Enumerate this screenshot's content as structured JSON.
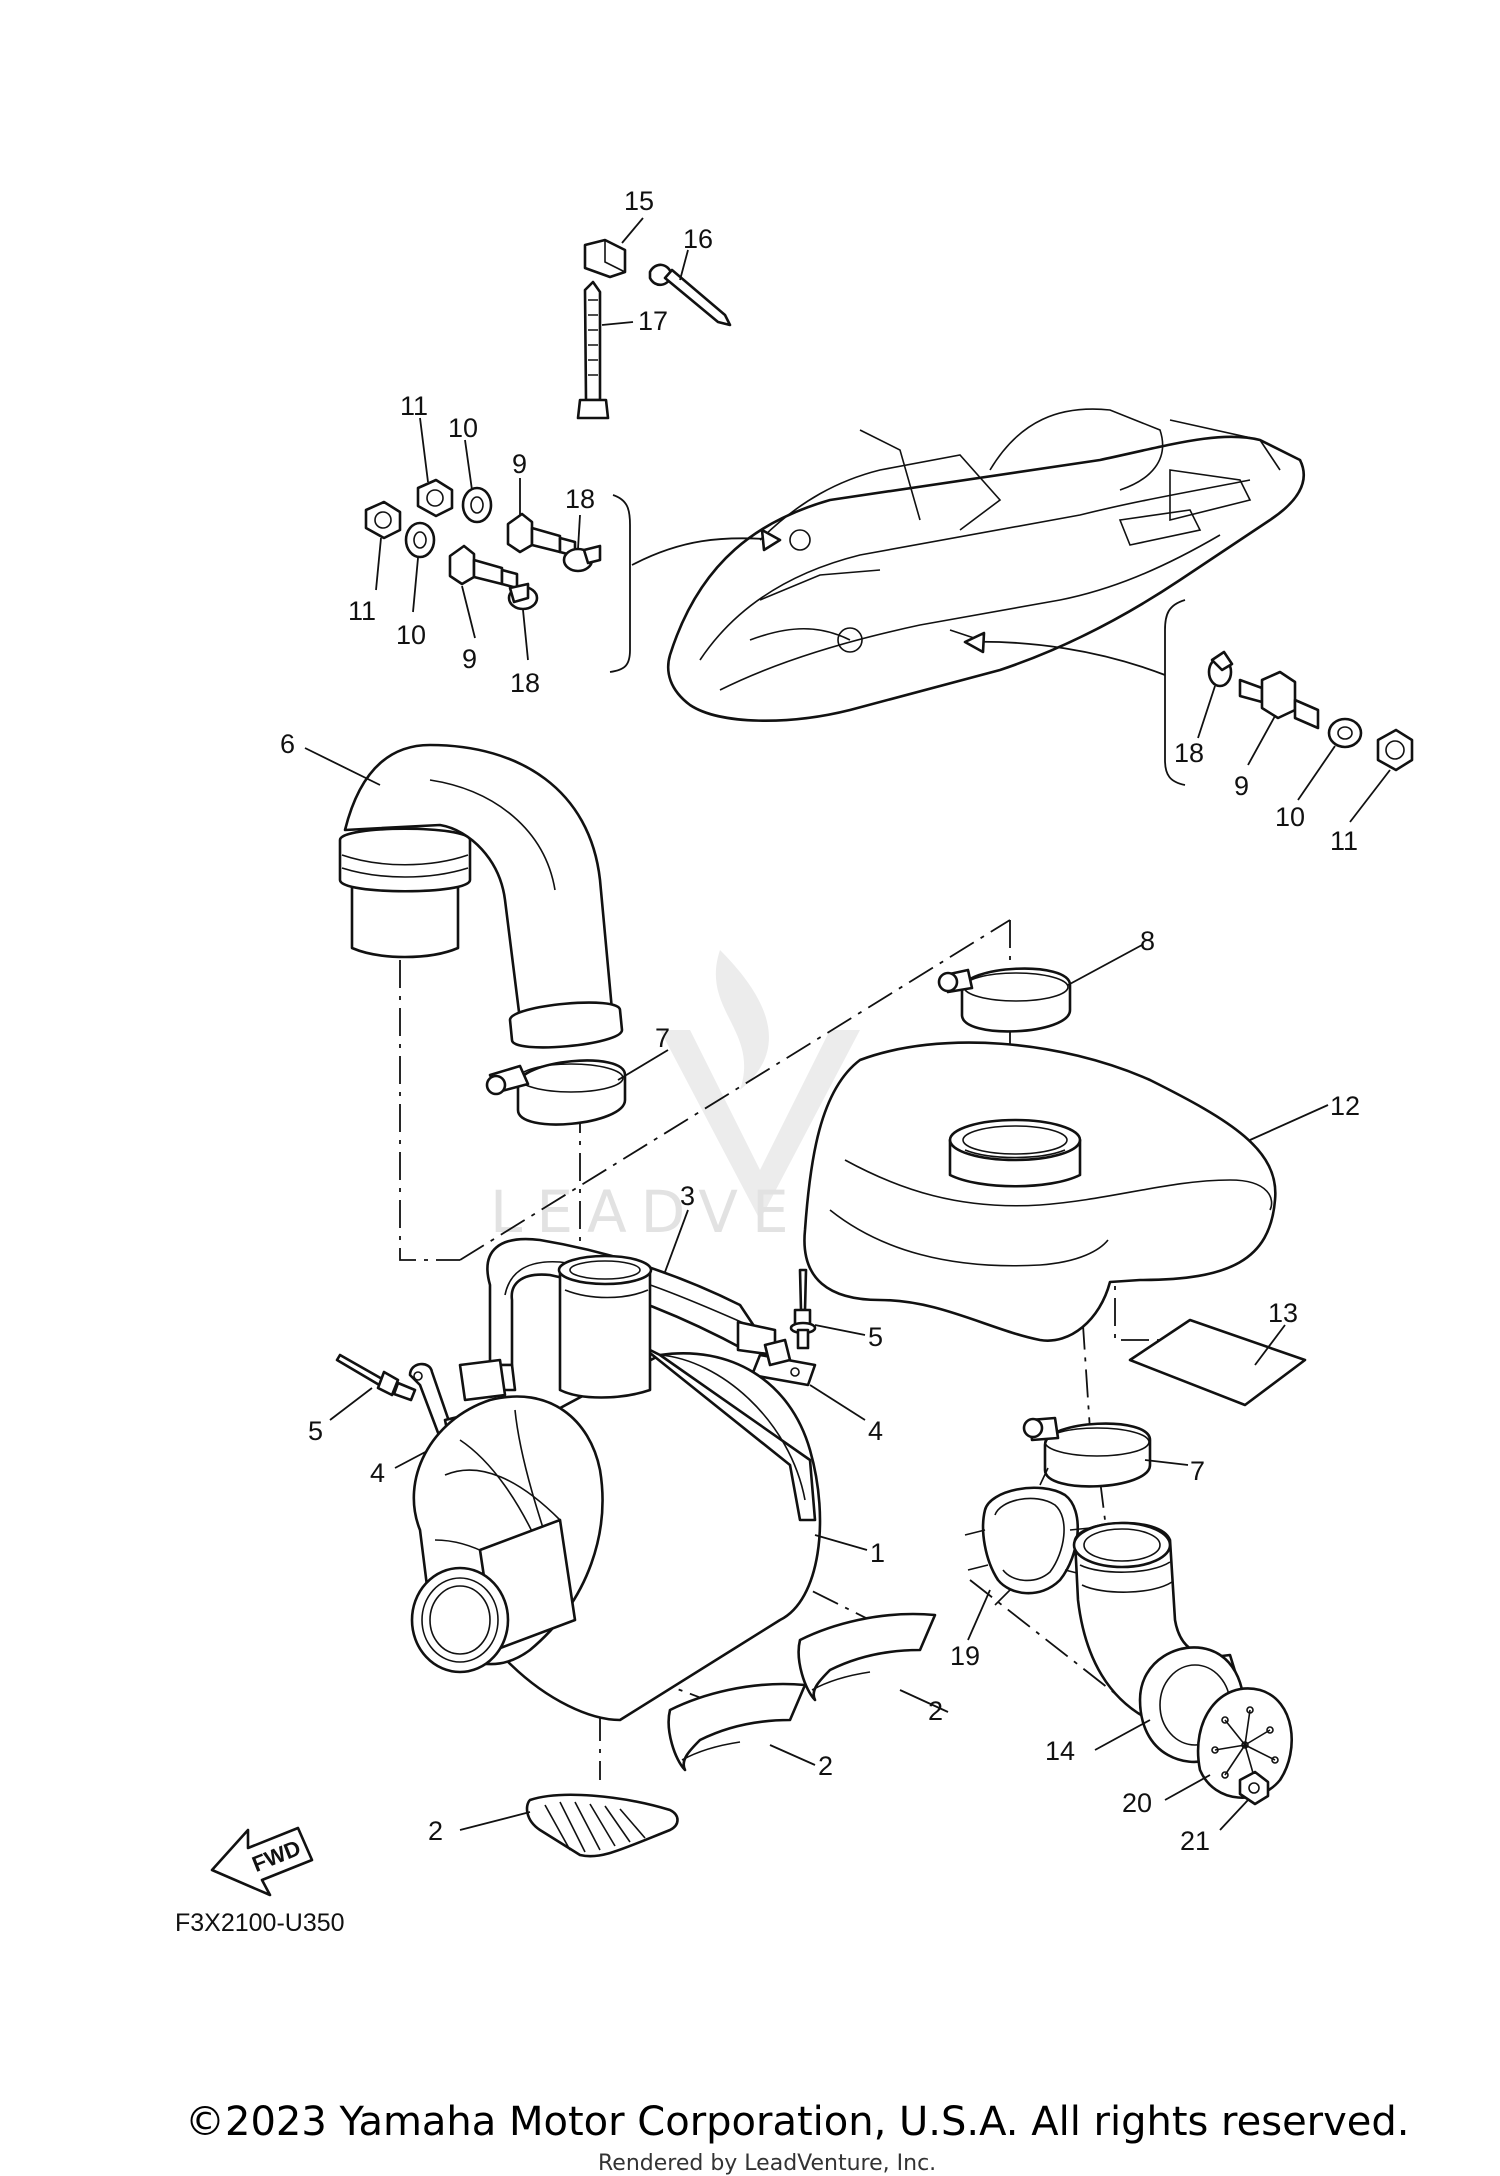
{
  "diagram_code": "F3X2100-U350",
  "copyright": "©2023 Yamaha Motor Corporation, U.S.A. All rights reserved.",
  "rendered_by": "Rendered by LeadVenture, Inc.",
  "watermark": "LEADVENTURE",
  "fwd_label": "FWD",
  "callouts": {
    "c1": "1",
    "c2a": "2",
    "c2b": "2",
    "c2c": "2",
    "c3": "3",
    "c4a": "4",
    "c4b": "4",
    "c5a": "5",
    "c5b": "5",
    "c6": "6",
    "c7a": "7",
    "c7b": "7",
    "c8": "8",
    "c9a": "9",
    "c9b": "9",
    "c9c": "9",
    "c10a": "10",
    "c10b": "10",
    "c10c": "10",
    "c11a": "11",
    "c11b": "11",
    "c11c": "11",
    "c12": "12",
    "c13": "13",
    "c14": "14",
    "c15": "15",
    "c16": "16",
    "c17": "17",
    "c18a": "18",
    "c18b": "18",
    "c18c": "18",
    "c19": "19",
    "c20": "20",
    "c21": "21"
  }
}
